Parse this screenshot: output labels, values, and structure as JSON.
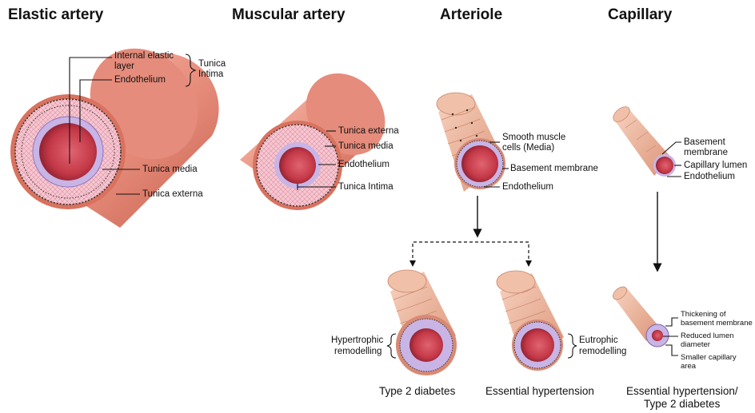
{
  "titles": {
    "elastic": "Elastic artery",
    "muscular": "Muscular artery",
    "arteriole": "Arteriole",
    "capillary": "Capillary"
  },
  "elastic_labels": {
    "internal_elastic": "Internal elastic",
    "layer": "layer",
    "endothelium": "Endothelium",
    "tunica": "Tunica",
    "intima": "Intima",
    "tunica_media": "Tunica media",
    "tunica_externa": "Tunica externa"
  },
  "muscular_labels": {
    "tunica_externa": "Tunica externa",
    "tunica_media": "Tunica media",
    "endothelium": "Endothelium",
    "tunica_intima": "Tunica Intima"
  },
  "arteriole_labels": {
    "smooth_muscle": "Smooth muscle",
    "cells_media": "cells (Media)",
    "basement_membrane": "Basement membrane",
    "endothelium": "Endothelium"
  },
  "capillary_labels": {
    "basement": "Basement",
    "membrane": "membrane",
    "capillary_lumen": "Capillary lumen",
    "endothelium": "Endothelium"
  },
  "remodelling": {
    "hypertrophic_1": "Hypertrophic",
    "hypertrophic_2": "remodelling",
    "eutrophic_1": "Eutrophic",
    "eutrophic_2": "remodelling"
  },
  "capillary_changes": {
    "thickening_1": "Thickening of",
    "thickening_2": "basement membrane",
    "reduced_1": "Reduced lumen",
    "reduced_2": "diameter",
    "smaller_1": "Smaller capillary",
    "smaller_2": "area"
  },
  "captions": {
    "type2": "Type 2 diabetes",
    "essential": "Essential hypertension",
    "both_1": "Essential hypertension/",
    "both_2": "Type 2 diabetes"
  },
  "colors": {
    "vessel_outer": "#e4877a",
    "vessel_dark": "#c05a4e",
    "media_pink": "#f4c6d0",
    "elastic_purple": "#c9b4e6",
    "lumen": "#c23a48",
    "arrow": "#111111"
  }
}
